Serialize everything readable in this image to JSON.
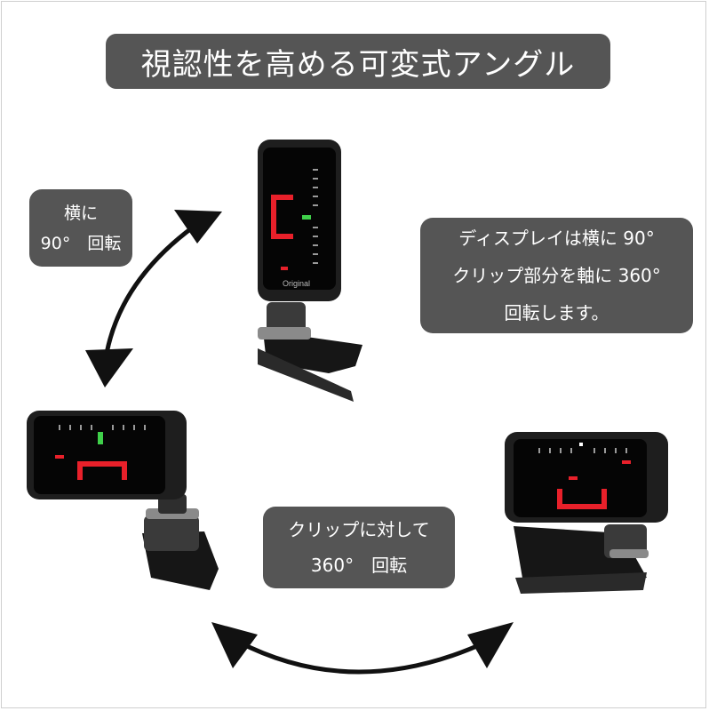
{
  "title": "視認性を高める可変式アングル",
  "callouts": {
    "rotate_side": [
      "横に",
      "90°　回転"
    ],
    "display_info": [
      "ディスプレイは横に 90°",
      "クリップ部分を軸に 360°",
      "回転します。"
    ],
    "rotate_clip": [
      "クリップに対して",
      "360°　回転"
    ]
  },
  "devices": {
    "brand": "Original",
    "note_display": "C",
    "accent_red": "#e8202a",
    "accent_green": "#3fd04a",
    "body_color": "#1e1e1e"
  },
  "icons": [
    "curved-arrow-vertical-icon",
    "curved-arrow-horizontal-icon"
  ]
}
